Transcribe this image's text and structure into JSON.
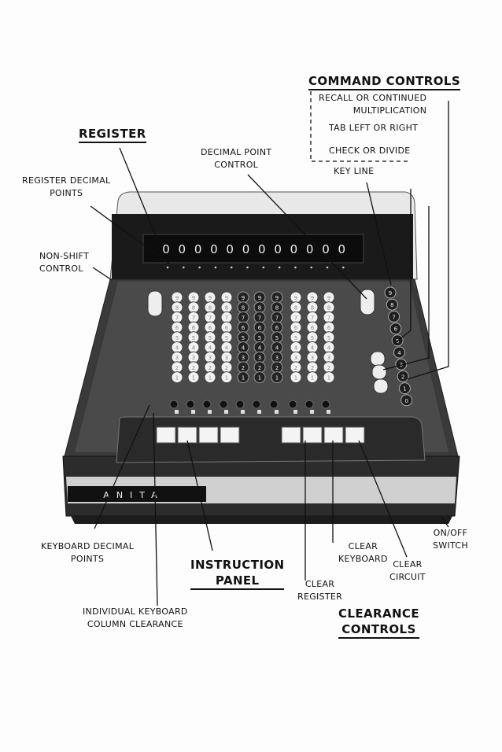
{
  "headings": {
    "register": "REGISTER",
    "command_controls": "COMMAND CONTROLS",
    "instruction_panel": [
      "INSTRUCTION",
      "PANEL"
    ],
    "clearance_controls": [
      "CLEARANCE",
      "CONTROLS"
    ]
  },
  "labels": {
    "recall": [
      "RECALL OR CONTINUED",
      "MULTIPLICATION"
    ],
    "tab": "TAB LEFT OR RIGHT",
    "check_divide": "CHECK OR DIVIDE",
    "key_line": "KEY LINE",
    "decimal_point_control": [
      "DECIMAL POINT",
      "CONTROL"
    ],
    "register_decimal_points": [
      "REGISTER DECIMAL",
      "POINTS"
    ],
    "non_shift_control": [
      "NON-SHIFT",
      "CONTROL"
    ],
    "keyboard_decimal_points": [
      "KEYBOARD DECIMAL",
      "POINTS"
    ],
    "individual_column_clearance": [
      "INDIVIDUAL KEYBOARD",
      "COLUMN CLEARANCE"
    ],
    "clear_register": [
      "CLEAR",
      "REGISTER"
    ],
    "clear_keyboard": [
      "CLEAR",
      "KEYBOARD"
    ],
    "clear_circuit": [
      "CLEAR",
      "CIRCUIT"
    ],
    "on_off_switch": [
      "ON/OFF",
      "SWITCH"
    ]
  },
  "machine": {
    "brand": "ANITA",
    "register_digits": [
      "0",
      "0",
      "0",
      "0",
      "0",
      "0",
      "0",
      "0",
      "0",
      "0",
      "0",
      "0"
    ],
    "key_digits": [
      "9",
      "8",
      "7",
      "6",
      "5",
      "4",
      "3",
      "2",
      "1"
    ],
    "right_keys": [
      "9",
      "8",
      "7",
      "6",
      "5",
      "4",
      "3",
      "2",
      "1",
      "0"
    ]
  }
}
